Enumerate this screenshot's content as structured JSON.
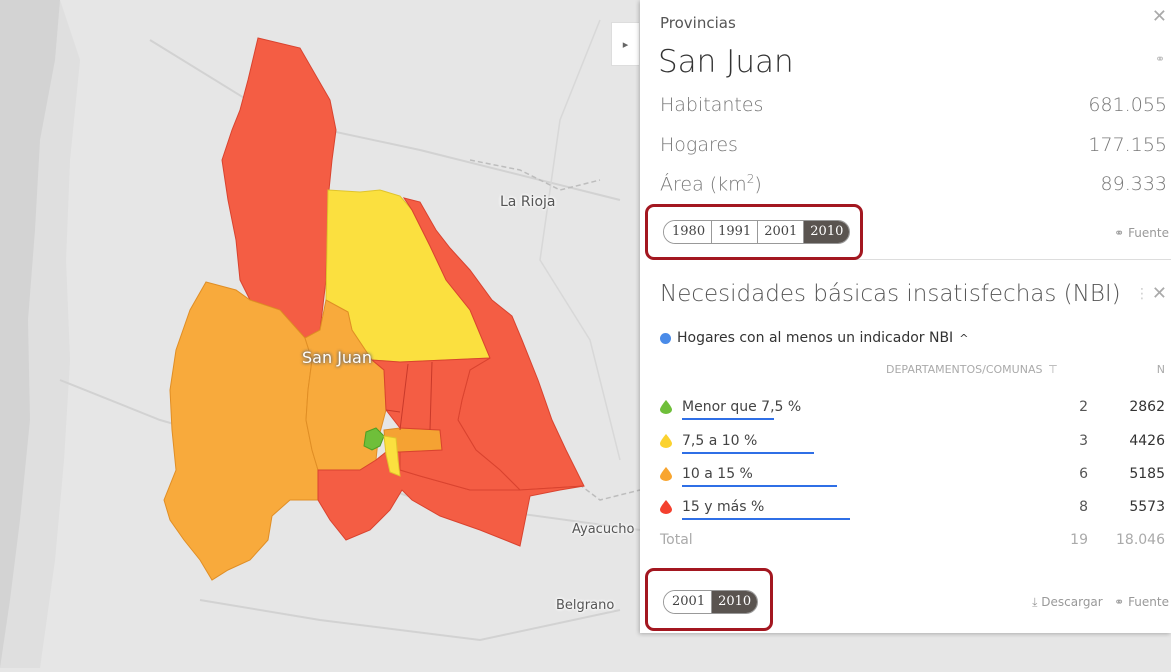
{
  "map": {
    "labels": {
      "la_rioja": "La Rioja",
      "san_juan": "San Juan",
      "ayacucho": "Ayacucho",
      "belgrano": "Belgrano"
    },
    "colors": {
      "background": "#e6e6e6",
      "andes": "#c9c9c9",
      "green": "#6fbf3a",
      "yellow": "#fbe03f",
      "orange": "#f8aa3c",
      "red": "#f45d44"
    }
  },
  "panel": {
    "section_label": "Provincias",
    "province_name": "San Juan",
    "stats": [
      {
        "label": "Habitantes",
        "value": "681.055"
      },
      {
        "label": "Hogares",
        "value": "177.155"
      },
      {
        "label": "Área (km",
        "sup": "2",
        "suffix": ")",
        "value": "89.333"
      }
    ],
    "years": [
      "1980",
      "1991",
      "2001",
      "2010"
    ],
    "active_year": "2010",
    "fuente": "Fuente",
    "nbi": {
      "title": "Necesidades básicas insatisfechas (NBI)",
      "indicator": "Hogares con al menos un indicador NBI",
      "col_dept": "DEPARTAMENTOS/COMUNAS",
      "col_n": "N",
      "rows": [
        {
          "label": "Menor que 7,5 %",
          "count": "2",
          "n": "2862",
          "color": "#6fbf3a",
          "bar": 0.28
        },
        {
          "label": "7,5 a 10 %",
          "count": "3",
          "n": "4426",
          "color": "#fbd22f",
          "bar": 0.4
        },
        {
          "label": "10 a 15 %",
          "count": "6",
          "n": "5185",
          "color": "#f8a530",
          "bar": 0.47
        },
        {
          "label": "15 y más %",
          "count": "8",
          "n": "5573",
          "color": "#f4402e",
          "bar": 0.51
        }
      ],
      "total_label": "Total",
      "total_count": "19",
      "total_n": "18.046",
      "years": [
        "2001",
        "2010"
      ],
      "active_year": "2010",
      "download": "Descargar",
      "fuente": "Fuente"
    }
  }
}
